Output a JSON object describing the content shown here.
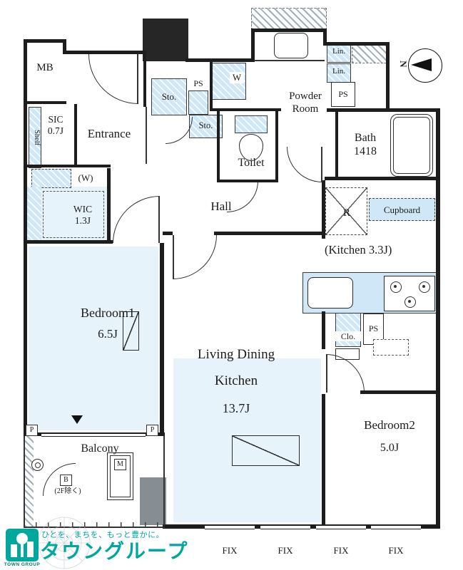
{
  "labels": {
    "mb": "MB",
    "shelf": "Shelf",
    "sic_name": "SIC",
    "sic_size": "0.7J",
    "entrance": "Entrance",
    "sto_a": "Sto.",
    "ps_a": "PS",
    "washer": "W",
    "sto_b": "Sto.",
    "powder_line1": "Powder",
    "powder_line2": "Room",
    "lin_a": "Lin.",
    "lin_b": "Lin.",
    "ps_b": "PS",
    "bath_name": "Bath",
    "bath_size": "1418",
    "toilet": "Toilet",
    "hall": "Hall",
    "washer_hookup": "(W)",
    "wic_name": "WIC",
    "wic_size": "1.3J",
    "fridge": "R",
    "cupboard": "Cupboard",
    "kitchen": "(Kitchen 3.3J)",
    "bedroom1_name": "Bedroom1",
    "bedroom1_size": "6.5J",
    "ldk_line1": "Living Dining",
    "ldk_line2": "Kitchen",
    "ldk_size": "13.7J",
    "bedroom2_name": "Bedroom2",
    "bedroom2_size": "5.0J",
    "closet": "Clo.",
    "ps_c": "PS",
    "balcony": "Balcony",
    "note_b": "B",
    "note_b_detail": "(2F除く)",
    "note_m": "M",
    "pipe_left": "P",
    "pipe_right": "P",
    "compass_n": "N"
  },
  "windows": {
    "fix": [
      "FIX",
      "FIX",
      "FIX",
      "FIX"
    ]
  },
  "footer": {
    "tagline": "ひとを、まちを、もっと豊かに。",
    "brand": "タウングループ",
    "logo_caption": "TOWN GROUP"
  },
  "colors": {
    "wall": "#1d1d1d",
    "fixture_blue": "#cfe7f6",
    "floor_blue": "#e7f3fb",
    "brand_teal": "#00a79d"
  }
}
